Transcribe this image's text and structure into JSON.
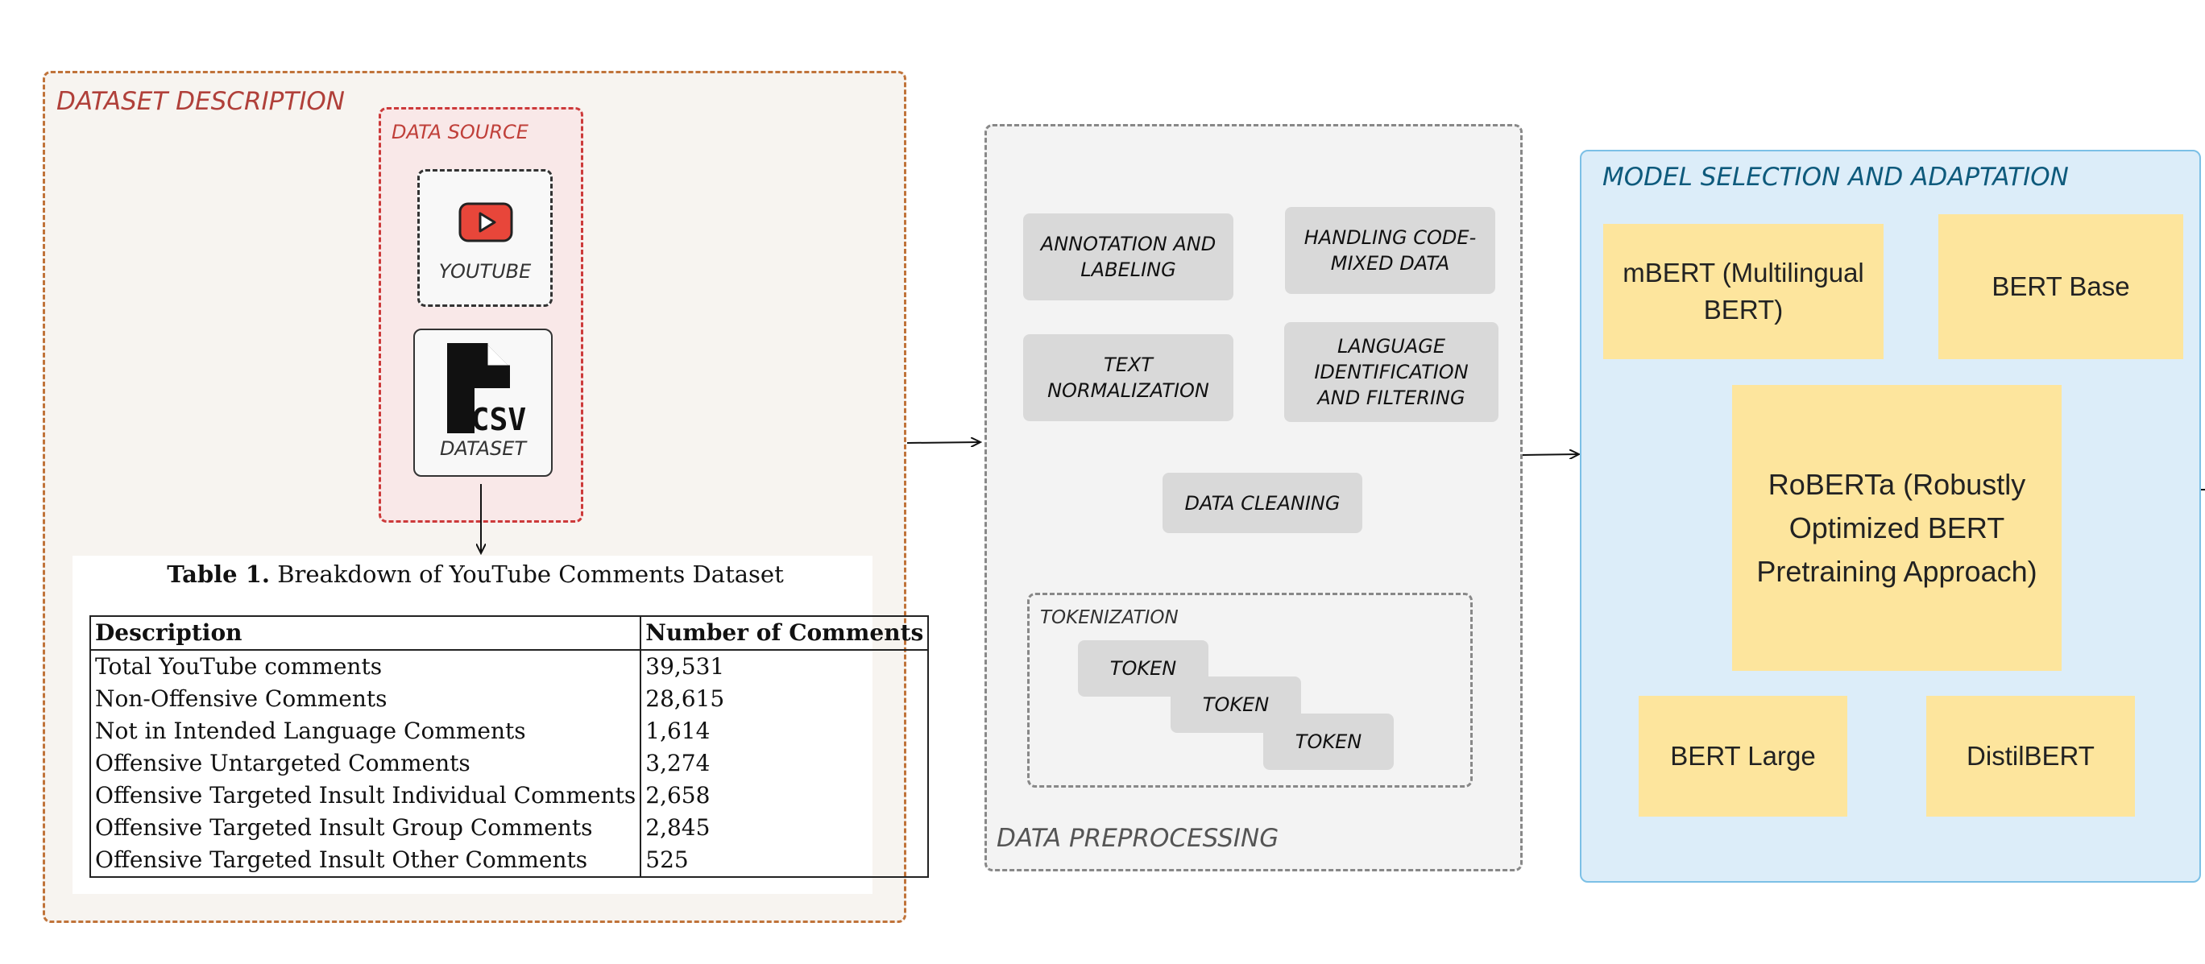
{
  "dataset": {
    "title": "DATASET DESCRIPTION",
    "source_title": "DATA SOURCE",
    "youtube_label": "YOUTUBE",
    "dataset_label": "DATASET",
    "csv_glyph": "CSV"
  },
  "table": {
    "caption_bold": "Table 1.",
    "caption_rest": " Breakdown of YouTube Comments Dataset",
    "headers": [
      "Description",
      "Number of Comments"
    ],
    "rows": [
      [
        "Total YouTube comments",
        "39,531"
      ],
      [
        "Non-Offensive Comments",
        "28,615"
      ],
      [
        "Not in Intended Language Comments",
        "1,614"
      ],
      [
        "Offensive Untargeted Comments",
        "3,274"
      ],
      [
        "Offensive Targeted Insult Individual Comments",
        "2,658"
      ],
      [
        "Offensive Targeted Insult Group Comments",
        "2,845"
      ],
      [
        "Offensive Targeted Insult Other Comments",
        "525"
      ]
    ]
  },
  "preprocessing": {
    "title": "DATA PREPROCESSING",
    "steps": [
      "ANNOTATION AND LABELING",
      "HANDLING CODE-MIXED DATA",
      "TEXT NORMALIZATION",
      "LANGUAGE IDENTIFICATION AND FILTERING",
      "DATA CLEANING"
    ],
    "tokenization_title": "TOKENIZATION",
    "tokens": [
      "TOKEN",
      "TOKEN",
      "TOKEN"
    ]
  },
  "models": {
    "title": "MODEL SELECTION AND ADAPTATION",
    "items": [
      "mBERT (Multilingual BERT)",
      "BERT Base",
      "RoBERTa (Robustly Optimized BERT Pretraining Approach)",
      "BERT Large",
      "DistilBERT"
    ]
  },
  "colors": {
    "dataset_border": "#c0733a",
    "source_border": "#cc3a3a",
    "youtube_red": "#e8463a",
    "model_bg": "#dcedf9",
    "model_card": "#fde59d"
  },
  "icons": [
    "youtube-icon",
    "csv-file-icon",
    "arrow-icon"
  ]
}
